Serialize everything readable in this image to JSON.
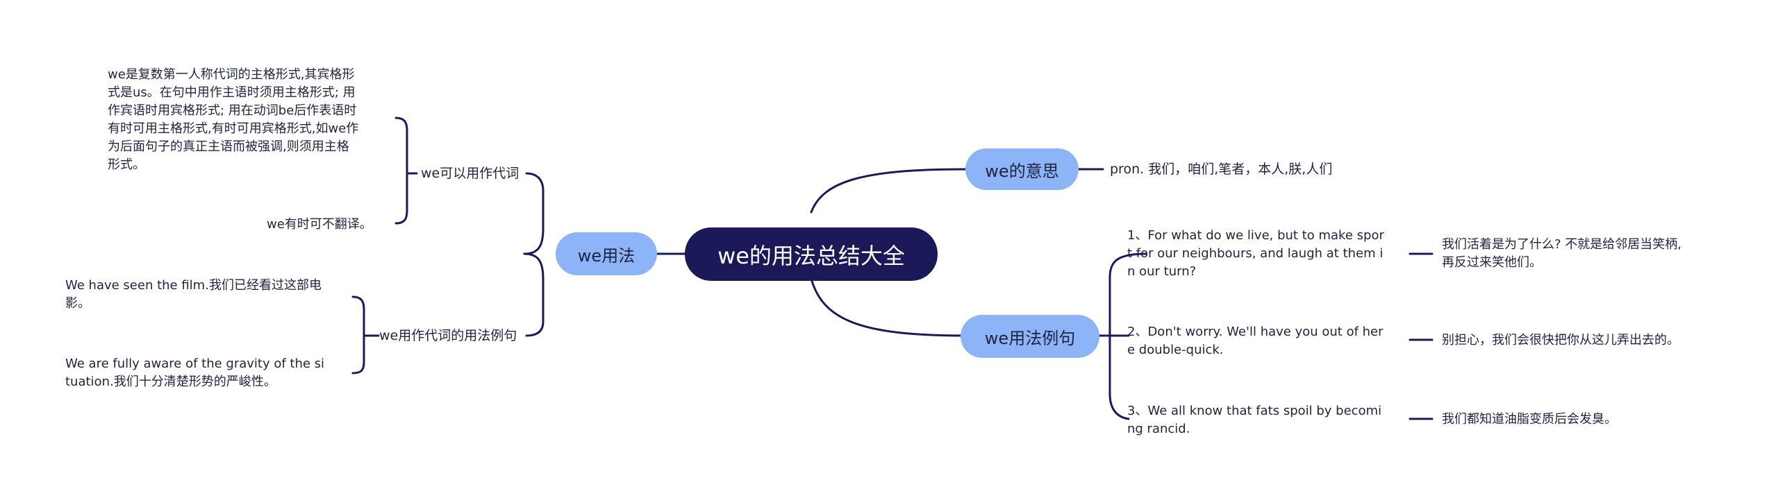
{
  "root": {
    "title": "we的用法总结大全"
  },
  "branches": {
    "meaning": {
      "label": "we的意思",
      "detail": "pron. 我们，咱们,笔者，本人,朕,人们"
    },
    "usage": {
      "label": "we用法",
      "pronoun": {
        "label": "we可以用作代词",
        "note1": "we是复数第一人称代词的主格形式,其宾格形\n式是us。在句中用作主语时须用主格形式; 用\n作宾语时用宾格形式; 用在动词be后作表语时\n有时可用主格形式,有时可用宾格形式,如we作\n为后面句子的真正主语而被强调,则须用主格\n形式。",
        "note2": "we有时可不翻译。"
      },
      "pronoun_examples": {
        "label": "we用作代词的用法例句",
        "ex1": "We have seen the film.我们已经看过这部电\n影。",
        "ex2": "We are fully aware of the gravity of the si\ntuation.我们十分清楚形势的严峻性。"
      }
    },
    "examples": {
      "label": "we用法例句",
      "items": [
        {
          "en": "1、For what do we live, but to make spor\nt for our neighbours, and laugh at them i\nn our turn?",
          "zh": "我们活着是为了什么? 不就是给邻居当笑柄,\n再反过来笑他们。"
        },
        {
          "en": "2、Don't worry. We'll have you out of her\ne double-quick.",
          "zh": "别担心，我们会很快把你从这儿弄出去的。"
        },
        {
          "en": "3、We all know that fats spoil by becomi\nng rancid.",
          "zh": "我们都知道油脂变质后会发臭。"
        }
      ]
    }
  },
  "colors": {
    "root_bg": "#1b1958",
    "main_bg": "#8db4f7",
    "line": "#1b1958",
    "text": "#1e2340"
  }
}
